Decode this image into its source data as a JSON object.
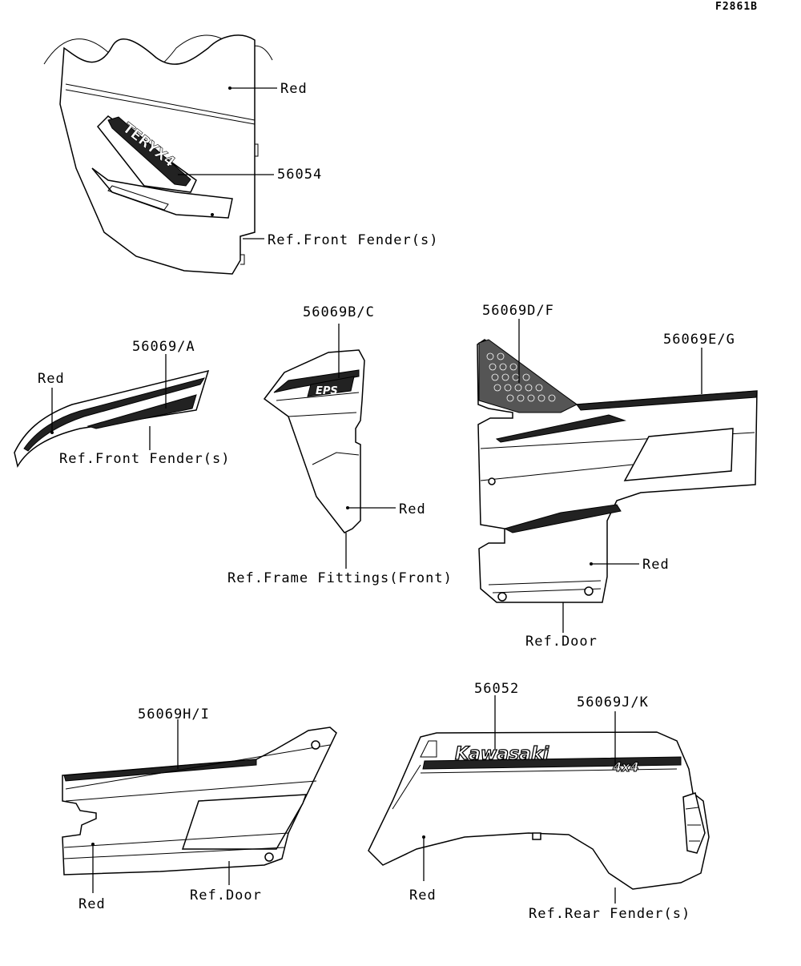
{
  "figure_code": "F2861B",
  "groups": [
    {
      "id": "front-top",
      "labels": {
        "color": "Red",
        "part": "56054",
        "ref": "Ref.Front Fender(s)"
      },
      "emblem": "TERYX4"
    },
    {
      "id": "front-left",
      "labels": {
        "part": "56069/A",
        "color": "Red",
        "ref": "Ref.Front Fender(s)"
      }
    },
    {
      "id": "front-mid",
      "labels": {
        "part": "56069B/C",
        "color": "Red",
        "ref": "Ref.Frame Fittings(Front)"
      },
      "emblem": "EPS"
    },
    {
      "id": "door-front",
      "labels": {
        "part1": "56069D/F",
        "part2": "56069E/G",
        "color": "Red",
        "ref": "Ref.Door"
      }
    },
    {
      "id": "door-rear",
      "labels": {
        "part": "56069H/I",
        "color": "Red",
        "ref": "Ref.Door"
      }
    },
    {
      "id": "rear-fender",
      "labels": {
        "part1": "56052",
        "part2": "56069J/K",
        "color": "Red",
        "ref": "Ref.Rear Fender(s)"
      },
      "emblems": {
        "brand": "Kawasaki",
        "badge": "4x4"
      }
    }
  ]
}
